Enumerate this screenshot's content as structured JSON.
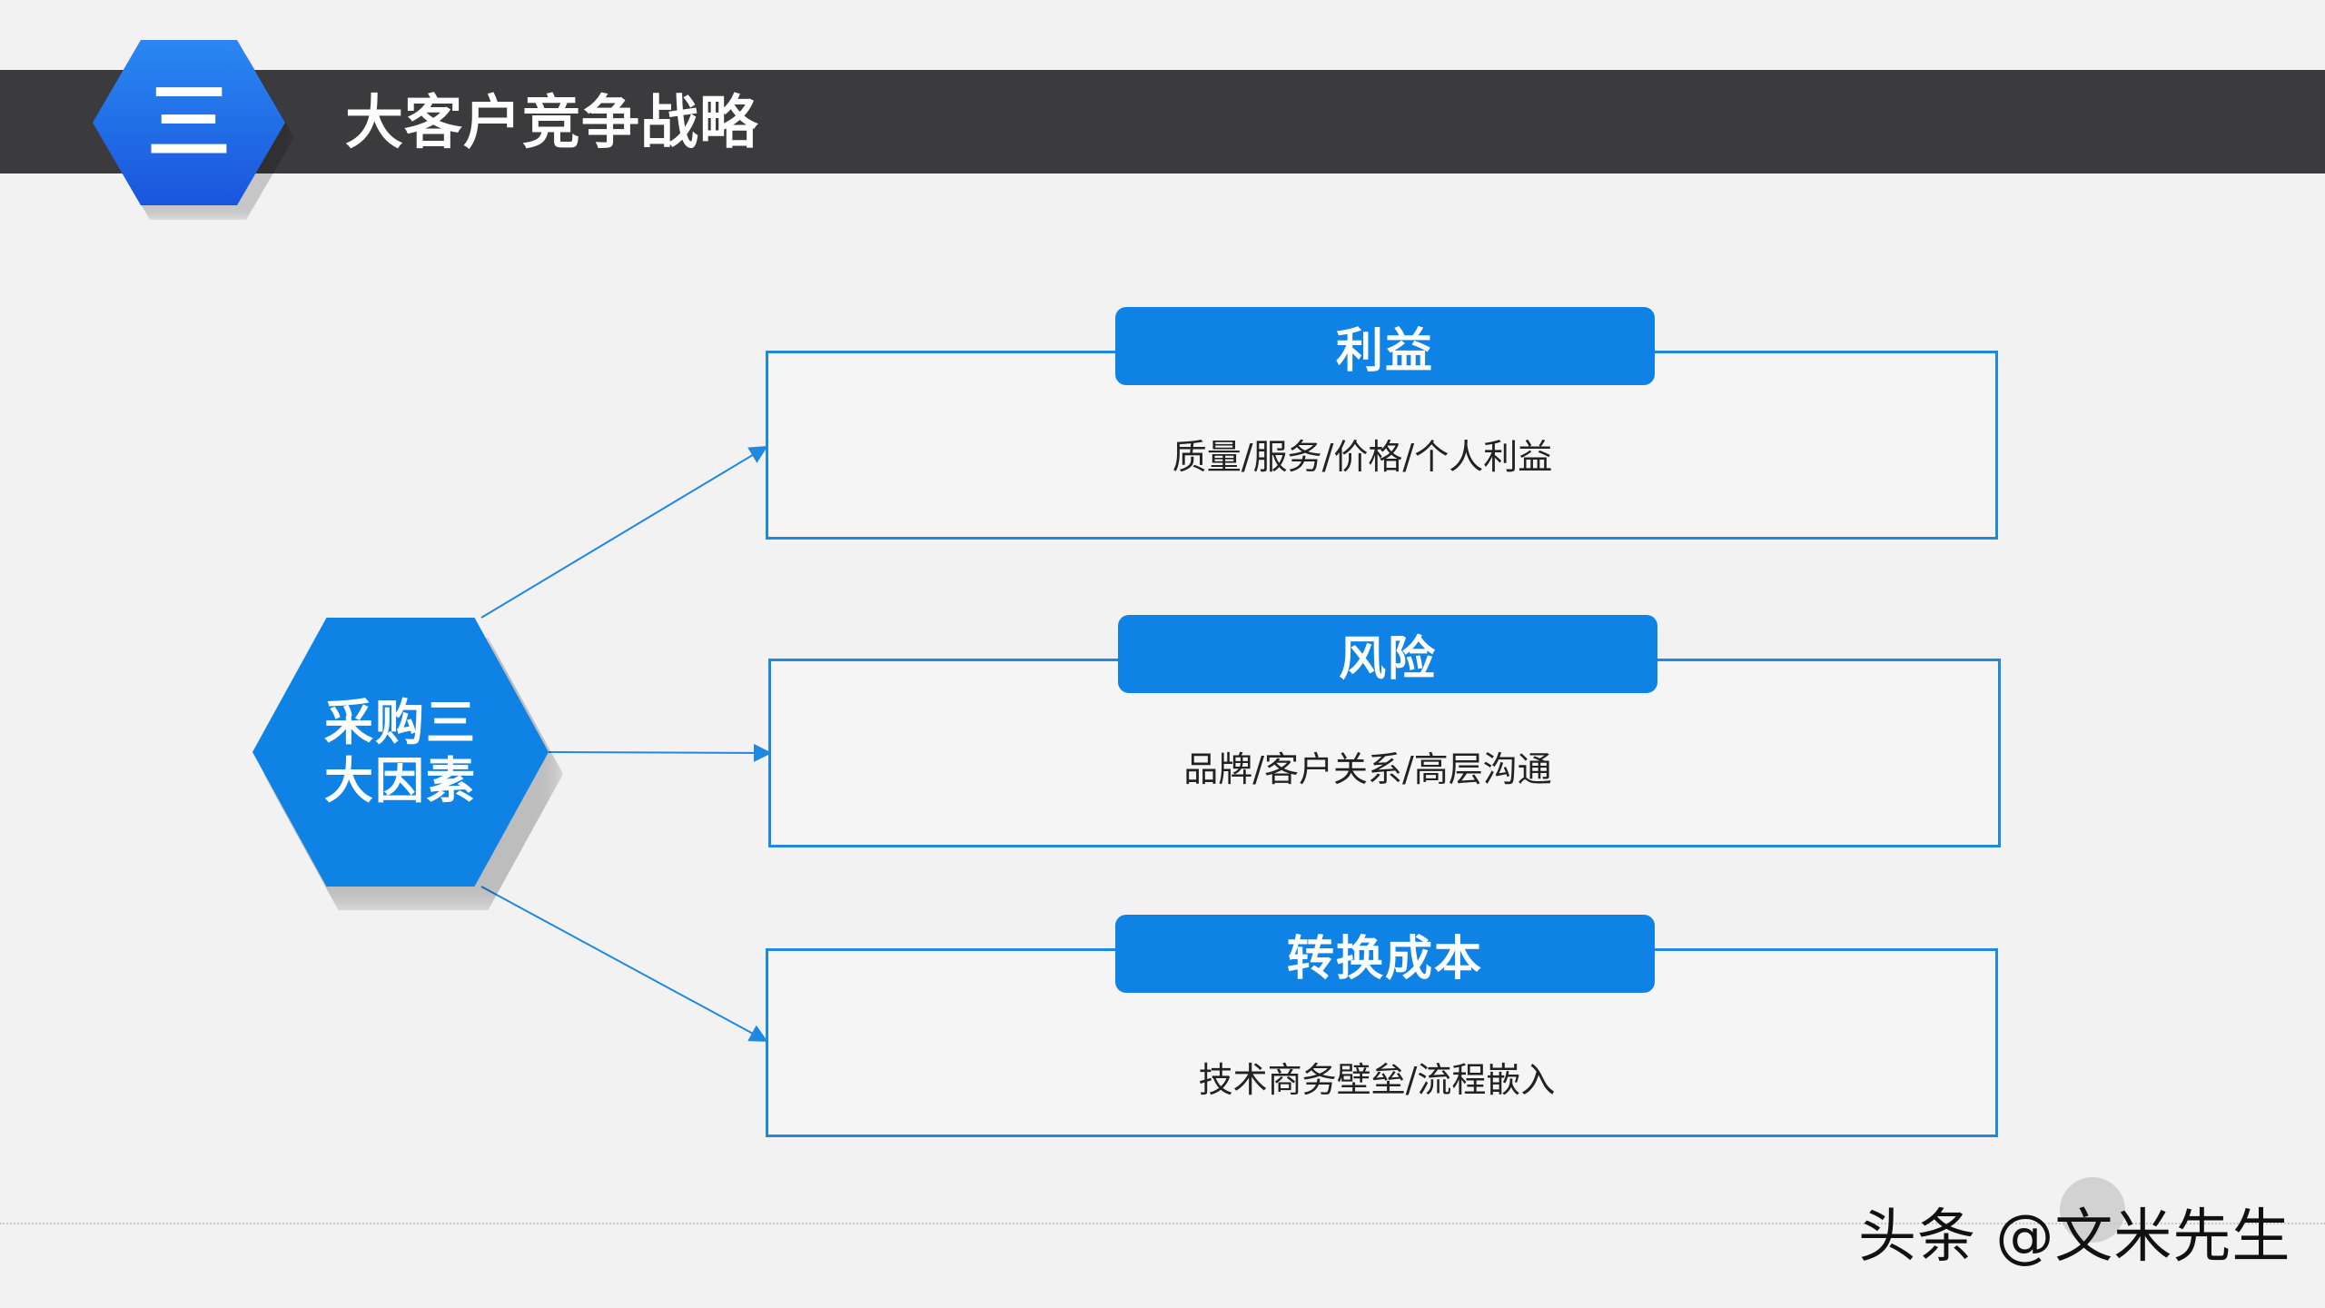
{
  "header": {
    "badge": "三",
    "title": "大客户竞争战略"
  },
  "center": {
    "line1": "采购三",
    "line2": "大因素"
  },
  "factors": [
    {
      "title": "利益",
      "desc": "质量/服务/价格/个人利益"
    },
    {
      "title": "风险",
      "desc": "品牌/客户关系/高层沟通"
    },
    {
      "title": "转换成本",
      "desc": "技术商务壁垒/流程嵌入"
    }
  ],
  "watermark": "头条 @文米先生",
  "colors": {
    "accent": "#0f82e6",
    "header_bar": "#3b3a3d",
    "background": "#f2f2f2"
  }
}
